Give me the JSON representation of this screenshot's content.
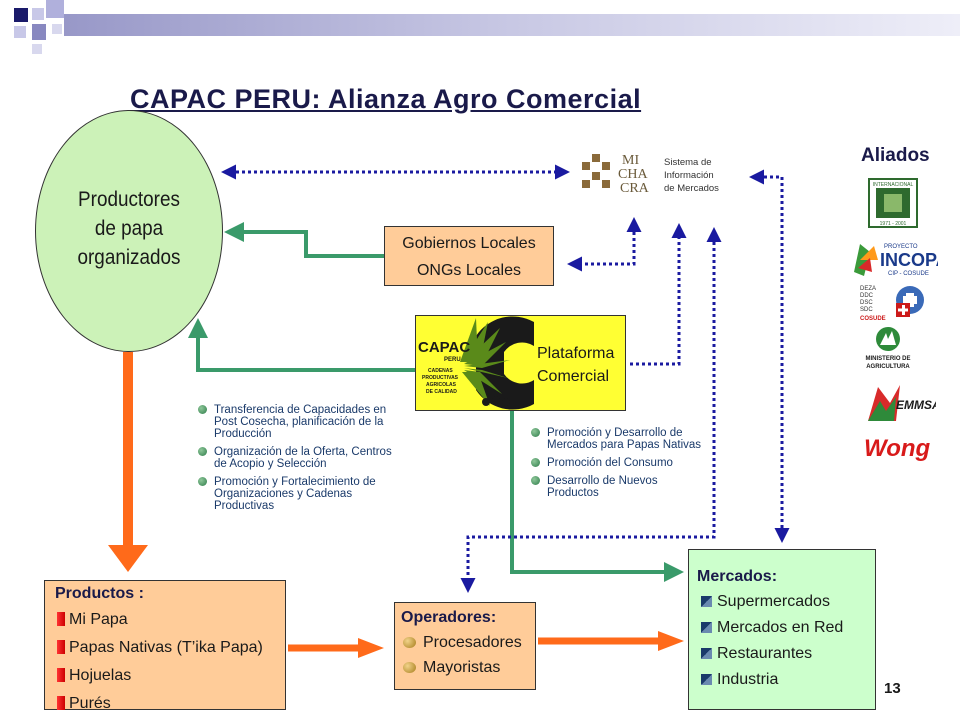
{
  "title": "CAPAC PERU:  Alianza Agro Comercial",
  "productores": {
    "lines": [
      "Productores",
      "de papa",
      "organizados"
    ]
  },
  "gobiernos": {
    "lines": [
      "Gobiernos Locales",
      "ONGs  Locales"
    ]
  },
  "plataforma": {
    "lines": [
      "Plataforma",
      "Comercial"
    ],
    "logo": {
      "name": "CAPAC",
      "sub": "PERU",
      "tagline": [
        "CADENAS",
        "PRODUCTIVAS",
        "AGRICOLAS",
        "DE CALIDAD"
      ]
    }
  },
  "sistema": {
    "lines": [
      "Sistema de",
      "Información",
      "de Mercados"
    ],
    "logo_text": [
      "MI",
      "CHA",
      "CRA"
    ]
  },
  "aliados": {
    "title": "Aliados",
    "logos": [
      {
        "name": "cip-seal",
        "texts": [
          "INTERNACIONAL",
          "1971 - 2001"
        ]
      },
      {
        "name": "incopa",
        "texts": [
          "PROYECTO",
          "INCOPA",
          "CIP - COSUDE"
        ]
      },
      {
        "name": "cosude",
        "texts": [
          "DEZA",
          "DDC",
          "DSC",
          "SDC",
          "COSUDE"
        ]
      },
      {
        "name": "minag",
        "texts": [
          "MINISTERIO DE",
          "AGRICULTURA"
        ]
      },
      {
        "name": "emmsa",
        "texts": [
          "EMMSA"
        ]
      },
      {
        "name": "wong",
        "texts": [
          "Wong"
        ]
      }
    ]
  },
  "bullets_left": [
    "Transferencia de Capacidades en Post Cosecha, planificación de la Producción",
    " Organización de la Oferta, Centros de Acopio y Selección",
    "Promoción y Fortalecimiento de Organizaciones y Cadenas Productivas"
  ],
  "bullets_right": [
    "Promoción y Desarrollo de Mercados para Papas Nativas",
    "Promoción del Consumo",
    "Desarrollo de Nuevos Productos"
  ],
  "productos": {
    "title": "Productos :",
    "items": [
      "Mi Papa",
      "Papas Nativas (T’ika Papa)",
      "Hojuelas",
      "Purés"
    ]
  },
  "operadores": {
    "title": "Operadores:",
    "items": [
      "Procesadores",
      "Mayoristas"
    ]
  },
  "mercados": {
    "title": "Mercados:",
    "items": [
      "Supermercados",
      "Mercados en Red",
      "Restaurantes",
      "Industria"
    ]
  },
  "page_number": "13",
  "colors": {
    "title": "#1a1a4a",
    "green_arrow": "#3a9a6a",
    "orange_arrow": "#ff6a1a",
    "blue_dotted": "#1a1aa0",
    "ellipse": "#ccf2b8",
    "peach": "#ffcc99",
    "yellow": "#ffff33",
    "mint": "#ccffcc",
    "deco_navy": "#1a1a6a",
    "deco_lavender": "#b8b8e0"
  }
}
